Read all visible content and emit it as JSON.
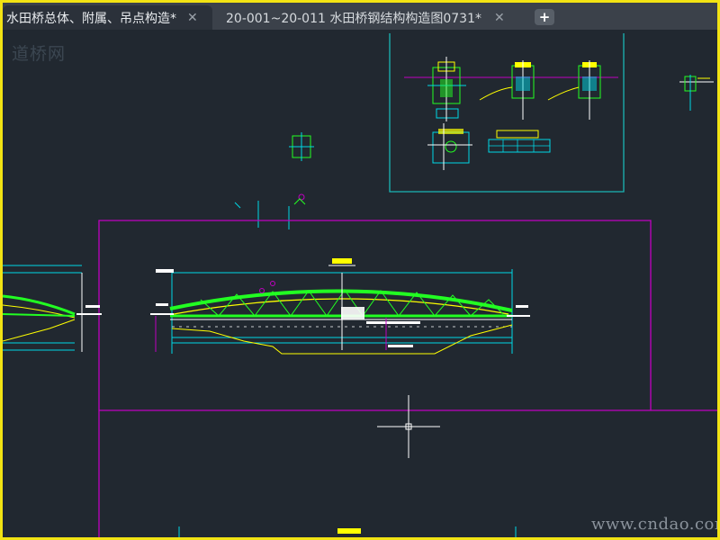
{
  "tabs": [
    {
      "label": "水田桥总体、附属、吊点构造*",
      "close": "✕",
      "active": true
    },
    {
      "label": "20-001~20-011 水田桥钢结构构造图0731*",
      "close": "✕",
      "active": false
    }
  ],
  "new_tab": "+",
  "watermark_top": "道桥网",
  "watermark_bottom": "www.cndao.com",
  "colors": {
    "background": "#212830",
    "frame": "#f2e313",
    "magenta": "#c000c0",
    "cyan": "#00d8e6",
    "yellow": "#ffff00",
    "green": "#22ff22",
    "white": "#ffffff",
    "teal": "#1ab5b5"
  },
  "icons": [
    "close-icon",
    "plus-icon",
    "crosshair-cursor"
  ]
}
